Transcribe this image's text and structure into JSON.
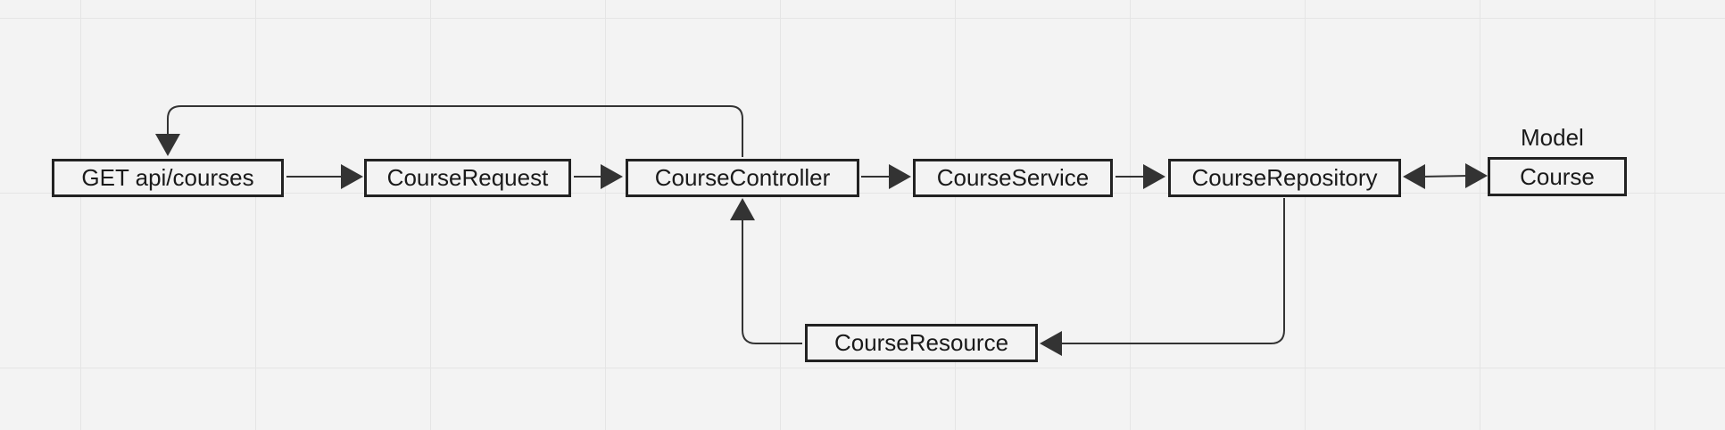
{
  "nodes": {
    "get_api_courses": "GET api/courses",
    "course_request": "CourseRequest",
    "course_controller": "CourseController",
    "course_service": "CourseService",
    "course_repository": "CourseRepository",
    "course": "Course",
    "course_resource": "CourseResource"
  },
  "labels": {
    "model": "Model"
  },
  "colors": {
    "background": "#f3f3f3",
    "line": "#222222",
    "text": "#1a1a1a"
  }
}
